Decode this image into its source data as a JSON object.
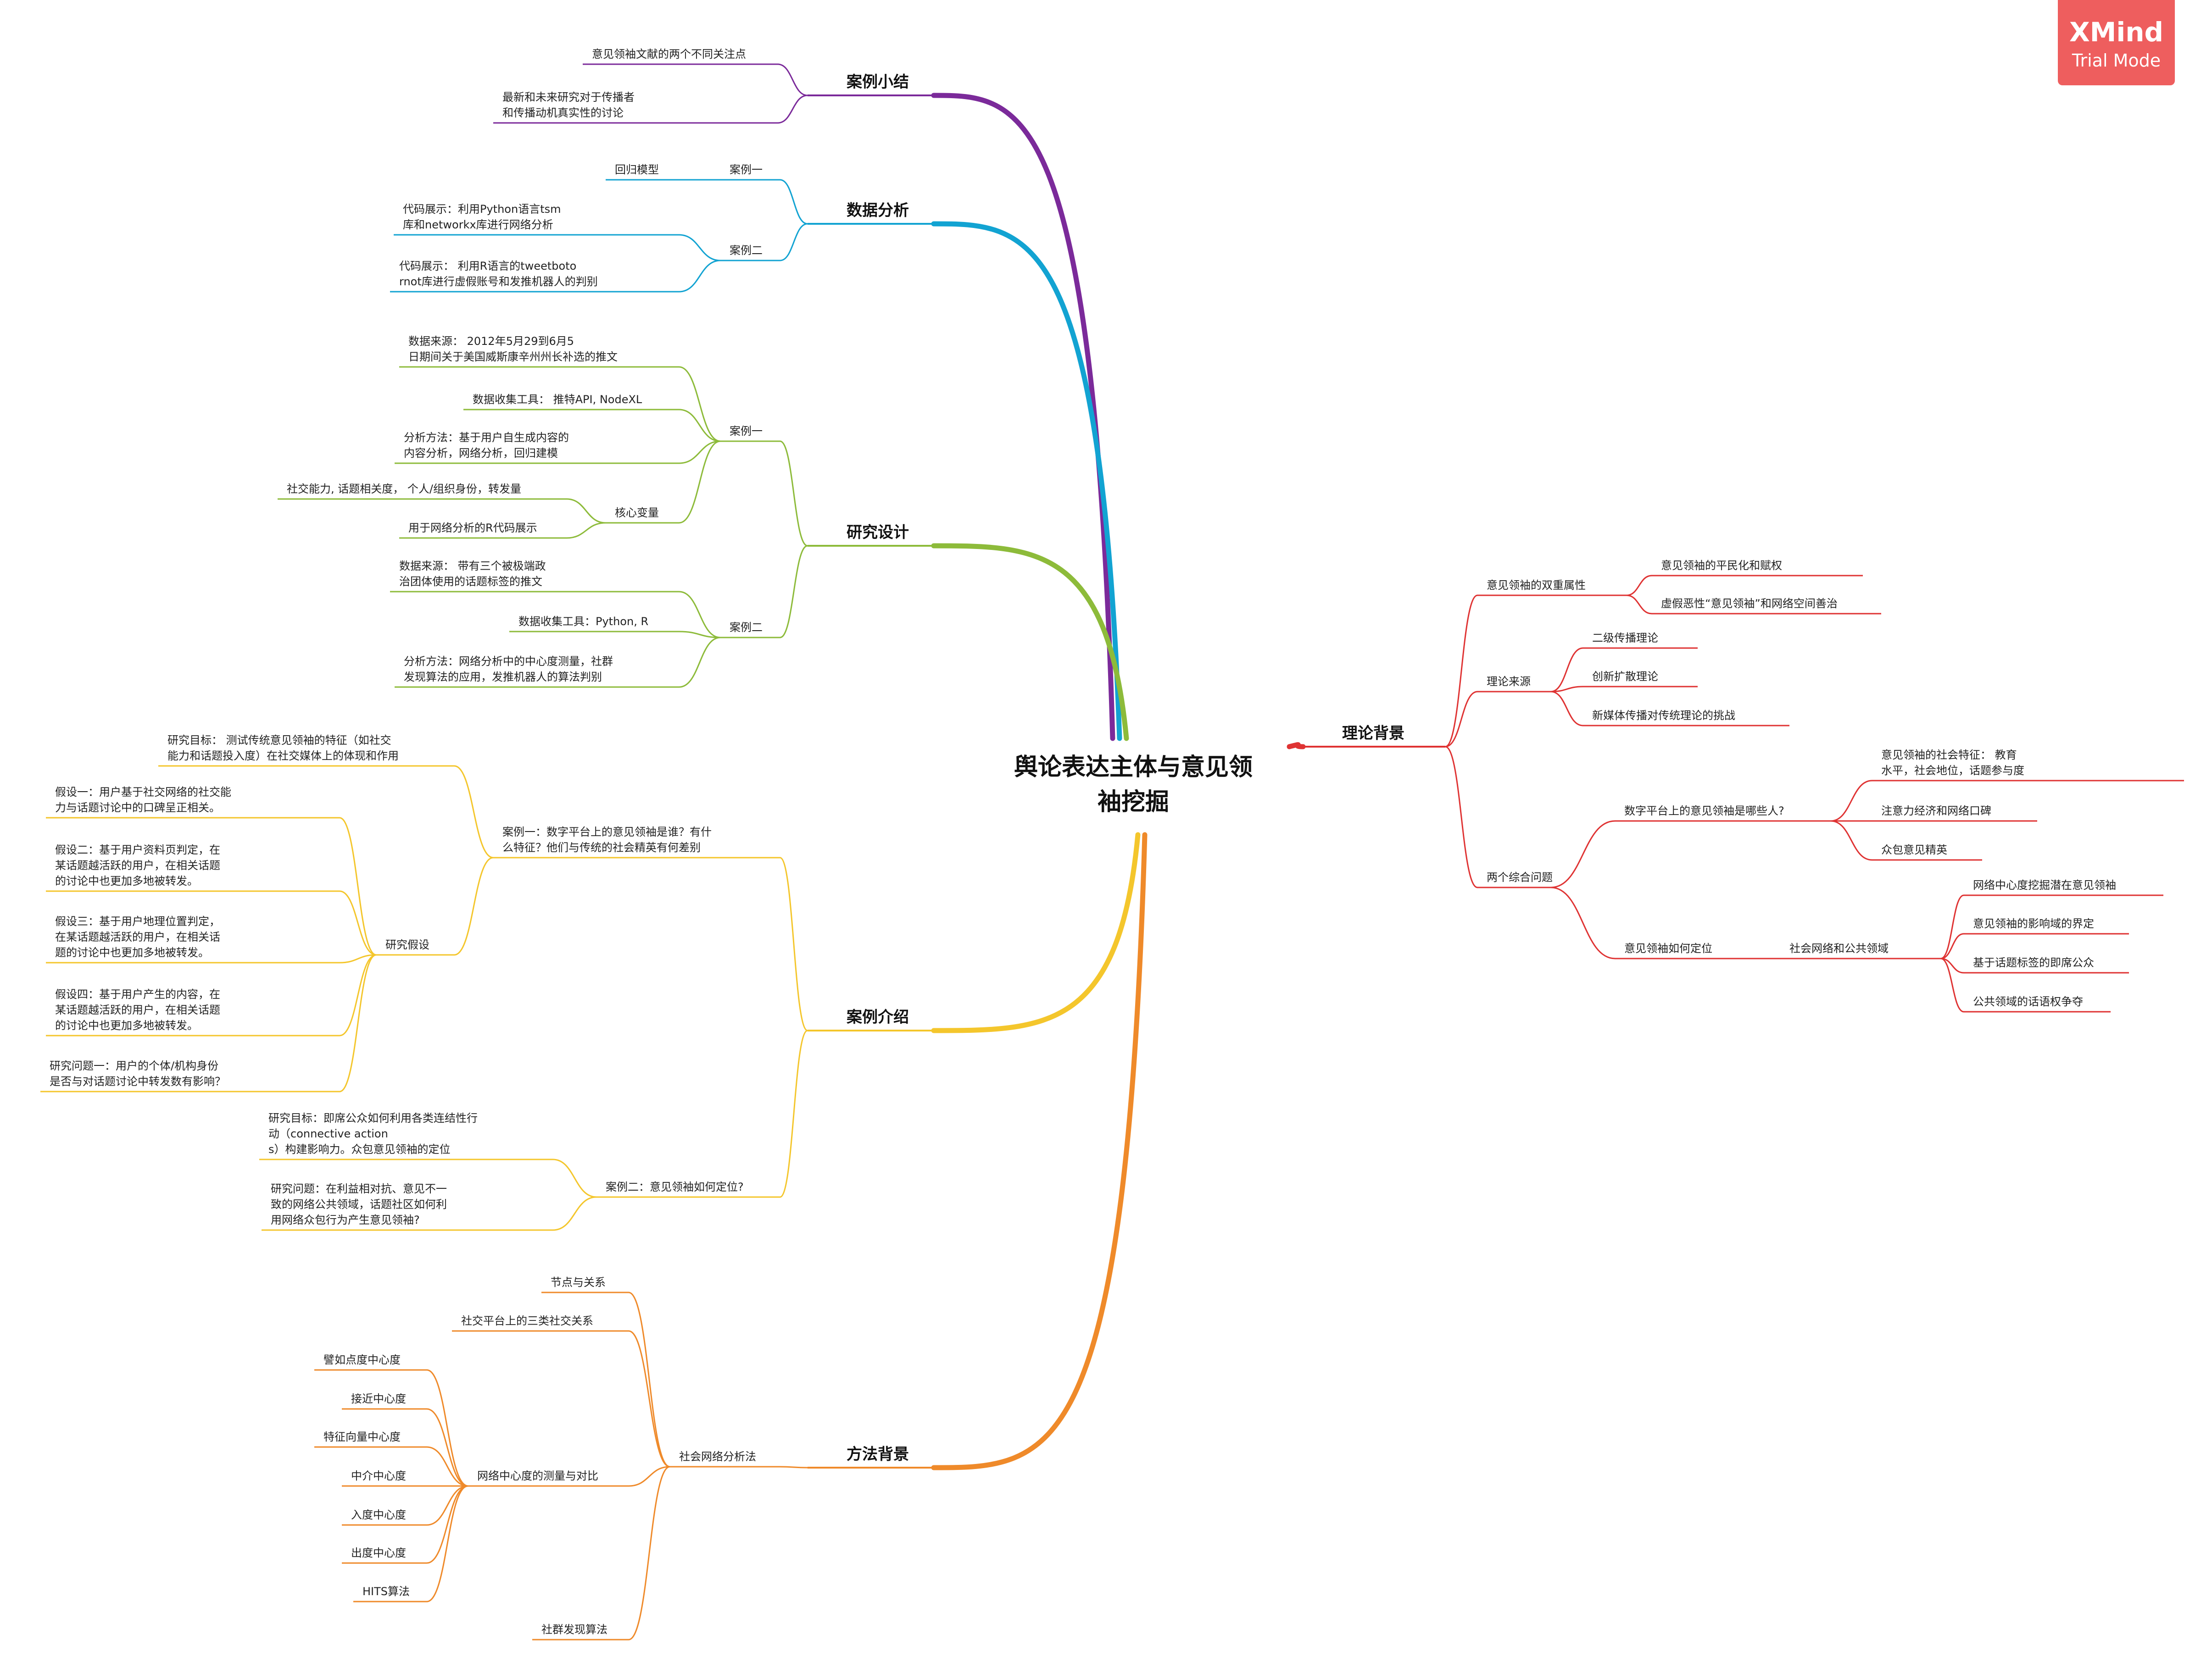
{
  "watermark": {
    "brand": "XMind",
    "mode": "Trial Mode"
  },
  "center": {
    "lines": [
      "舆论表达主体与意见领",
      "袖挖掘"
    ]
  },
  "branch_colors": {
    "summary": "#7b2a9a",
    "analysis": "#12a3d2",
    "design": "#8dbb3a",
    "cases": "#f4c62c",
    "method": "#ef8a2a",
    "theory": "#df3333"
  },
  "branches": {
    "summary": {
      "label": "案例小结",
      "children": [
        {
          "label": "意见领袖文献的两个不同关注点"
        },
        {
          "label": "最新和未来研究对于传播者和传播动机真实性的讨论"
        }
      ]
    },
    "analysis": {
      "label": "数据分析",
      "children": [
        {
          "label": "案例一",
          "children": [
            {
              "label": "回归模型"
            }
          ]
        },
        {
          "label": "案例二",
          "children": [
            {
              "label": "代码展示：利用Python语言tsm库和networkx库进行网络分析"
            },
            {
              "label": "代码展示： 利用R语言的tweetbotornot库进行虚假账号和发推机器人的判别"
            }
          ]
        }
      ]
    },
    "design": {
      "label": "研究设计",
      "children": [
        {
          "label": "案例一",
          "children": [
            {
              "label": "数据来源： 2012年5月29到6月5日期间关于美国威斯康辛州州长补选的推文"
            },
            {
              "label": "数据收集工具： 推特API, NodeXL"
            },
            {
              "label": "分析方法：基于用户自生成内容的内容分析，网络分析，回归建模"
            },
            {
              "label": "核心变量",
              "children": [
                {
                  "label": "社交能力, 话题相关度， 个人/组织身份，转发量"
                },
                {
                  "label": "用于网络分析的R代码展示"
                }
              ]
            }
          ]
        },
        {
          "label": "案例二",
          "children": [
            {
              "label": "数据来源： 带有三个被极端政治团体使用的话题标签的推文"
            },
            {
              "label": "数据收集工具：Python, R"
            },
            {
              "label": "分析方法：网络分析中的中心度测量，社群发现算法的应用，发推机器人的算法判别"
            }
          ]
        }
      ]
    },
    "cases": {
      "label": "案例介绍",
      "children": [
        {
          "label": "案例一：数字平台上的意见领袖是谁？有什么特征？他们与传统的社会精英有何差别",
          "children": [
            {
              "label": "研究目标： 测试传统意见领袖的特征（如社交能力和话题投入度）在社交媒体上的体现和作用"
            },
            {
              "label": "研究假设",
              "children": [
                {
                  "label": "假设一：用户基于社交网络的社交能力与话题讨论中的口碑呈正相关。"
                },
                {
                  "label": "假设二：基于用户资料页判定，在某话题越活跃的用户，在相关话题的讨论中也更加多地被转发。"
                },
                {
                  "label": "假设三：基于用户地理位置判定，在某话题越活跃的用户，在相关话题的讨论中也更加多地被转发。"
                },
                {
                  "label": "假设四：基于用户产生的内容，在某话题越活跃的用户，在相关话题的讨论中也更加多地被转发。"
                },
                {
                  "label": "研究问题一：用户的个体/机构身份是否与对话题讨论中转发数有影响？"
                }
              ]
            }
          ]
        },
        {
          "label": "案例二：意见领袖如何定位?",
          "children": [
            {
              "label": "研究目标：即席公众如何利用各类连结性行动（connective actions）构建影响力。众包意见领袖的定位"
            },
            {
              "label": "研究问题：在利益相对抗、意见不一致的网络公共领域，话题社区如何利用网络众包行为产生意见领袖?"
            }
          ]
        }
      ]
    },
    "method": {
      "label": "方法背景",
      "children": [
        {
          "label": "社会网络分析法",
          "children": [
            {
              "label": "节点与关系"
            },
            {
              "label": "社交平台上的三类社交关系"
            },
            {
              "label": "网络中心度的测量与对比",
              "children": [
                {
                  "label": "譬如点度中心度"
                },
                {
                  "label": "接近中心度"
                },
                {
                  "label": "特征向量中心度"
                },
                {
                  "label": "中介中心度"
                },
                {
                  "label": "入度中心度"
                },
                {
                  "label": "出度中心度"
                },
                {
                  "label": "HITS算法"
                }
              ]
            },
            {
              "label": "社群发现算法"
            }
          ]
        }
      ]
    },
    "theory": {
      "label": "理论背景",
      "children": [
        {
          "label": "意见领袖的双重属性",
          "children": [
            {
              "label": "意见领袖的平民化和赋权"
            },
            {
              "label": "虚假恶性“意见领袖”和网络空间善治"
            }
          ]
        },
        {
          "label": "理论来源",
          "children": [
            {
              "label": "二级传播理论"
            },
            {
              "label": "创新扩散理论"
            },
            {
              "label": "新媒体传播对传统理论的挑战"
            }
          ]
        },
        {
          "label": "两个综合问题",
          "children": [
            {
              "label": "数字平台上的意见领袖是哪些人?",
              "children": [
                {
                  "label": "意见领袖的社会特征： 教育水平，社会地位，话题参与度"
                },
                {
                  "label": "注意力经济和网络口碑"
                },
                {
                  "label": "众包意见精英"
                }
              ]
            },
            {
              "label": "意见领袖如何定位",
              "children": [
                {
                  "label": "社会网络和公共领域",
                  "children": [
                    {
                      "label": "网络中心度挖掘潜在意见领袖"
                    },
                    {
                      "label": "意见领袖的影响域的界定"
                    },
                    {
                      "label": "基于话题标签的即席公众"
                    },
                    {
                      "label": "公共领域的话语权争夺"
                    }
                  ]
                }
              ]
            }
          ]
        }
      ]
    }
  }
}
